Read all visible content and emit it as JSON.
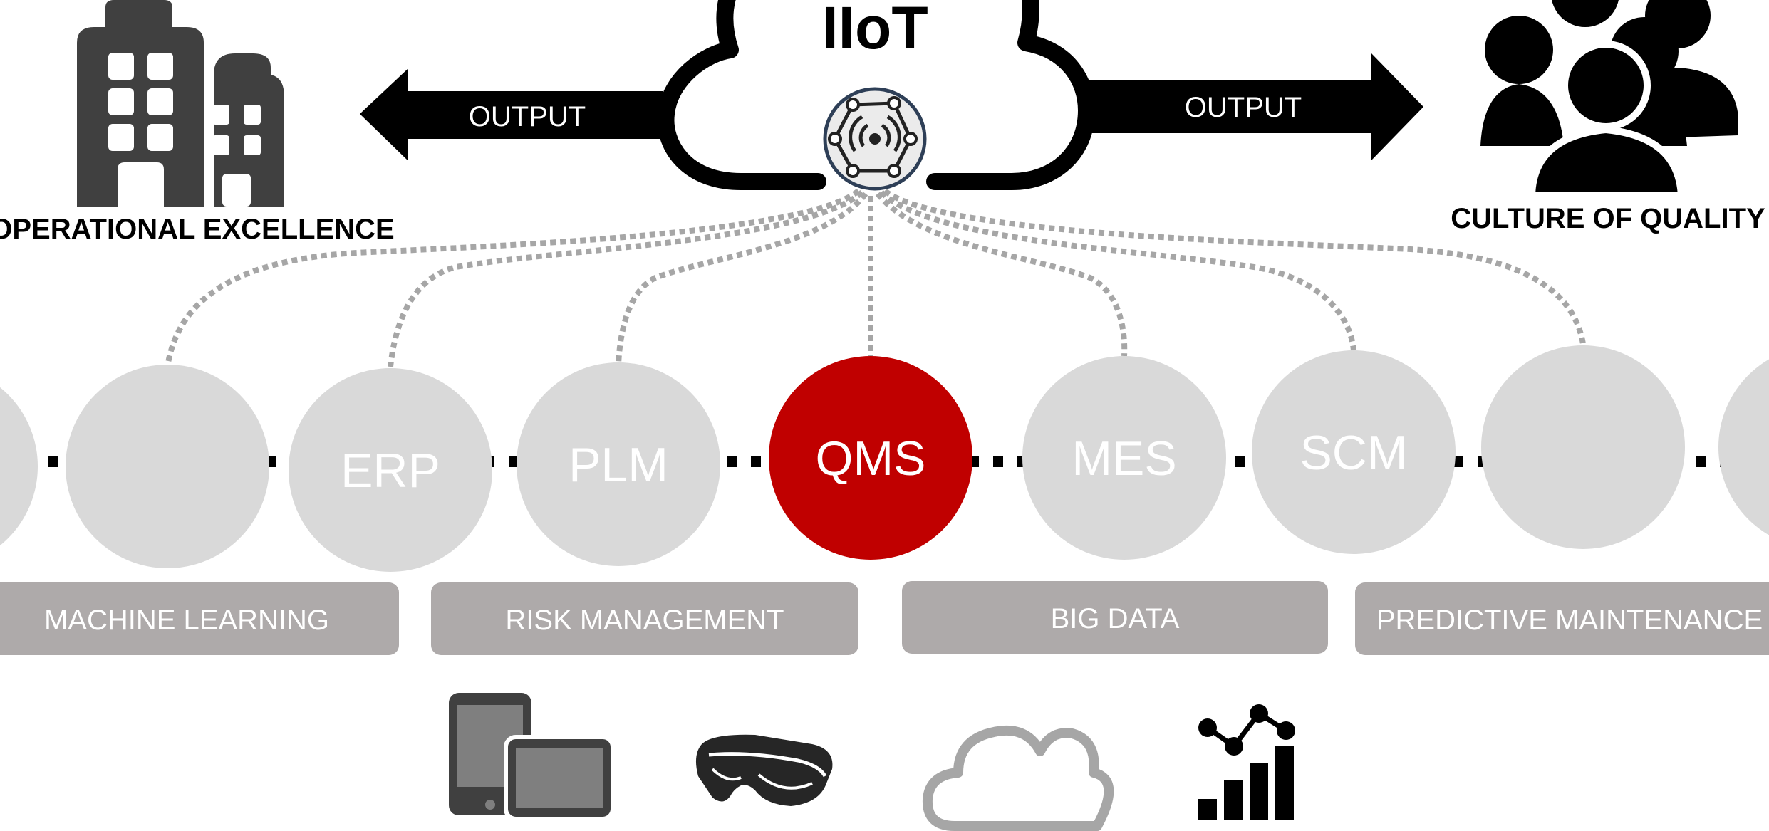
{
  "title": "IIoT",
  "outputs": {
    "left_label": "OUTPUT",
    "right_label": "OUTPUT"
  },
  "goals": {
    "left": "OPERATIONAL EXCELLENCE",
    "right": "CULTURE OF QUALITY"
  },
  "systems": [
    {
      "label": "",
      "highlight": false
    },
    {
      "label": "",
      "highlight": false
    },
    {
      "label": "ERP",
      "highlight": false
    },
    {
      "label": "PLM",
      "highlight": false
    },
    {
      "label": "QMS",
      "highlight": true
    },
    {
      "label": "MES",
      "highlight": false
    },
    {
      "label": "SCM",
      "highlight": false
    },
    {
      "label": "",
      "highlight": false
    },
    {
      "label": "",
      "highlight": false
    }
  ],
  "capabilities": [
    "MACHINE LEARNING",
    "RISK MANAGEMENT",
    "BIG DATA",
    "PREDICTIVE MAINTENANCE"
  ],
  "technology_icons": [
    "tablet-phone-icon",
    "vr-headset-icon",
    "cloud-icon",
    "analytics-chart-icon"
  ],
  "colors": {
    "highlight": "#c00000",
    "node": "#d9d9d9",
    "capability": "#aeaaaa",
    "dark": "#000000",
    "icon_gray": "#404040",
    "connector": "#a6a6a6"
  }
}
